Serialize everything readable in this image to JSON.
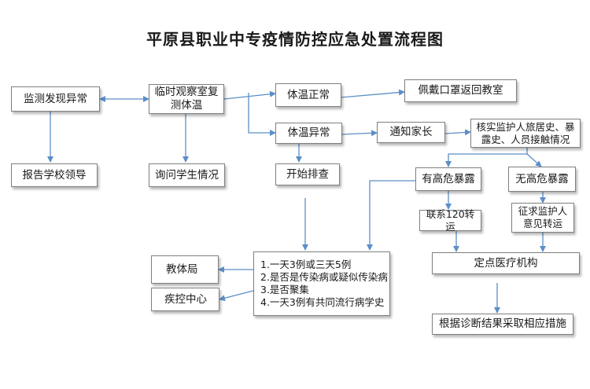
{
  "title": "平原县职业中专疫情防控应急处置流程图",
  "nodes": {
    "monitor": "监测发现异常",
    "report_school": "报告学校领导",
    "temp_room": "临时观察室复测体温",
    "ask_student": "询问学生情况",
    "temp_normal": "体温正常",
    "wear_mask": "佩戴口罩返回教室",
    "temp_abnormal": "体温异常",
    "start_check": "开始排查",
    "notify_parent": "通知家长",
    "verify_history": "核实监护人旅居史、暴露史、人员接触情况",
    "high_risk": "有高危暴露",
    "no_high_risk": "无高危暴露",
    "contact_120": "联系120转运",
    "solicit_guardian": "征求监护人意见转运",
    "designated_hospital": "定点医疗机构",
    "take_measures": "根据诊断结果采取相应措施",
    "education_bureau": "教体局",
    "cdc": "疾控中心"
  },
  "criteria": [
    "1.一天3例或三天5例",
    "2.是否是传染病或疑似传染病",
    "3.是否聚集",
    "4.一天3例有共同流行病学史"
  ],
  "colors": {
    "arrow": "#5b8fc7",
    "border": "#7f7f7f"
  }
}
